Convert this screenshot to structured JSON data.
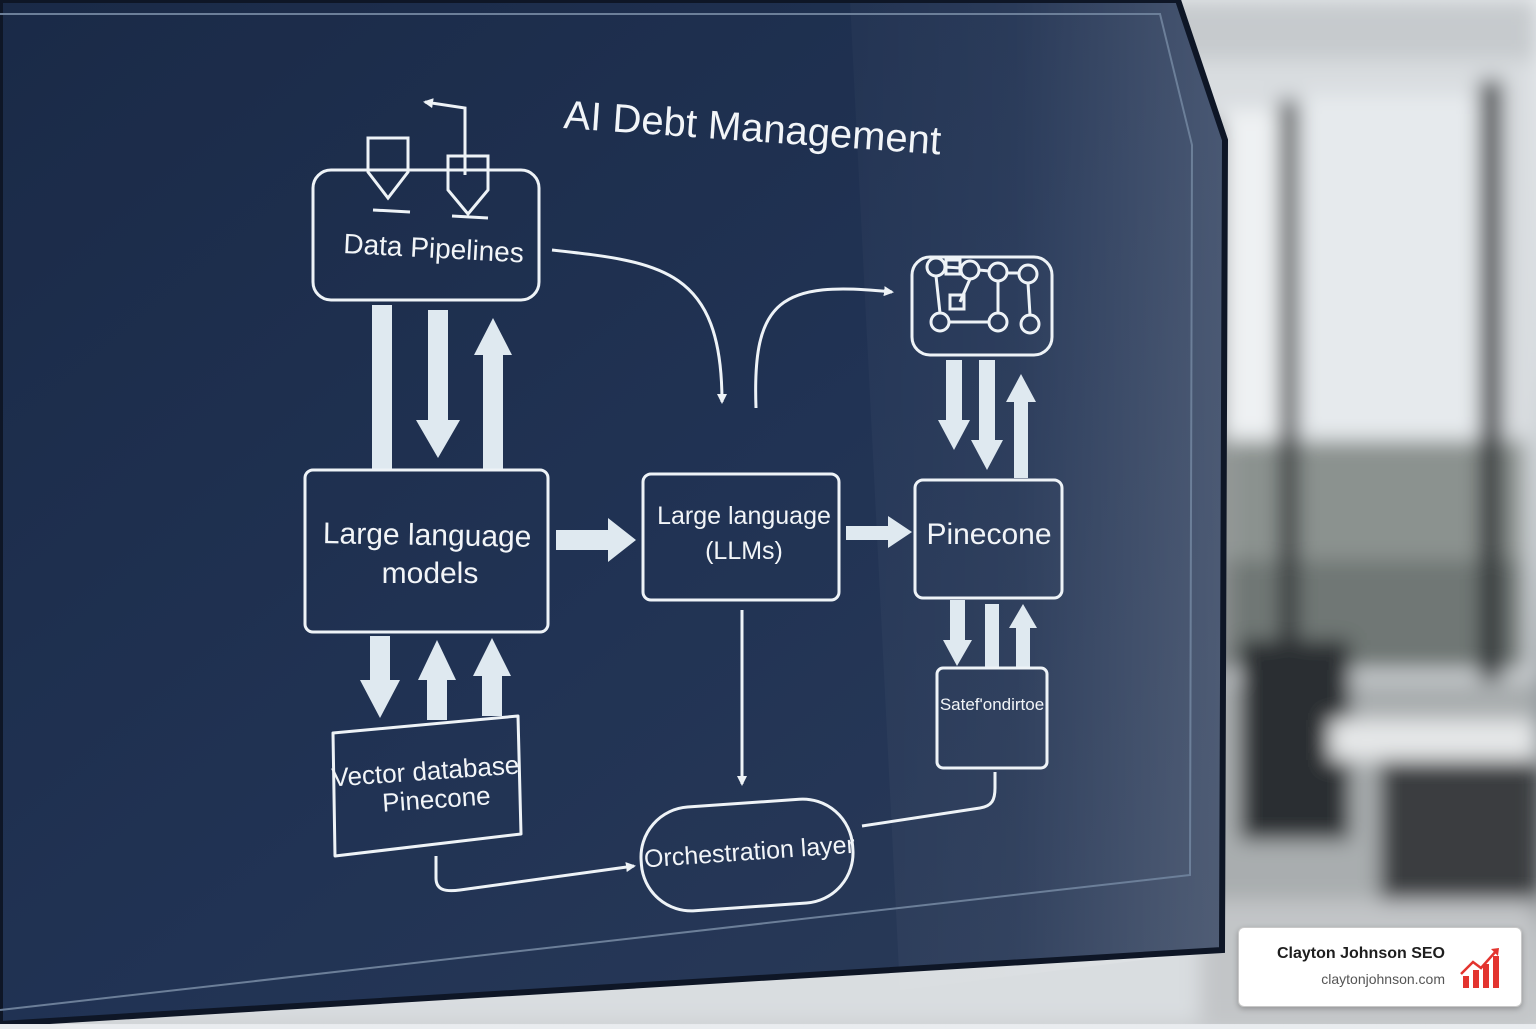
{
  "diagram": {
    "title": "AI Debt Management",
    "nodes": {
      "data_pipelines": "Data Pipelines",
      "llm_left_line1": "Large language",
      "llm_left_line2": "models",
      "llm_center_line1": "Large language",
      "llm_center_line2": "(LLMs)",
      "pinecone_right": "Pinecone",
      "safety_box": "Satef'ondirtoe",
      "vector_db_line1": "Vector database",
      "vector_db_line2": "Pinecone",
      "orchestration": "Orchestration layer"
    },
    "colors": {
      "screen_bg": "#1d2e4c",
      "stroke": "#eef3f7",
      "arrow_fill": "#dfe9f0"
    }
  },
  "badge": {
    "name": "Clayton Johnson SEO",
    "url": "claytonjohnson.com",
    "icon": "rising-bar-chart-icon",
    "accent": "#e3342f"
  }
}
